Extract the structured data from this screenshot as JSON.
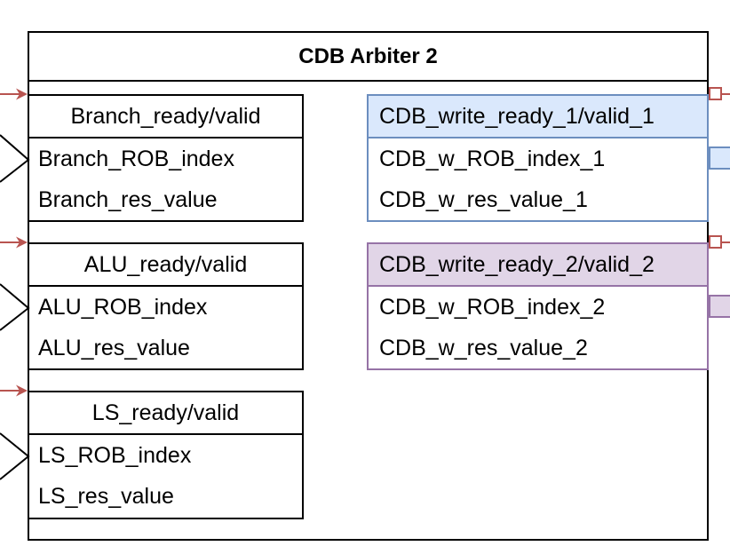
{
  "title": "CDB Arbiter 2",
  "colors": {
    "arrow": "#b85450",
    "blue_fill": "#dae8fc",
    "blue_stroke": "#6c8ebf",
    "purple_fill": "#e1d5e7",
    "purple_stroke": "#9673a6"
  },
  "inputs": [
    {
      "ready_valid": "Branch_ready/valid",
      "rob_index": "Branch_ROB_index",
      "res_value": "Branch_res_value"
    },
    {
      "ready_valid": "ALU_ready/valid",
      "rob_index": "ALU_ROB_index",
      "res_value": "ALU_res_value"
    },
    {
      "ready_valid": "LS_ready/valid",
      "rob_index": "LS_ROB_index",
      "res_value": "LS_res_value"
    }
  ],
  "outputs": [
    {
      "ready_valid": "CDB_write_ready_1/valid_1",
      "rob_index": "CDB_w_ROB_index_1",
      "res_value": "CDB_w_res_value_1"
    },
    {
      "ready_valid": "CDB_write_ready_2/valid_2",
      "rob_index": "CDB_w_ROB_index_2",
      "res_value": "CDB_w_res_value_2"
    }
  ]
}
